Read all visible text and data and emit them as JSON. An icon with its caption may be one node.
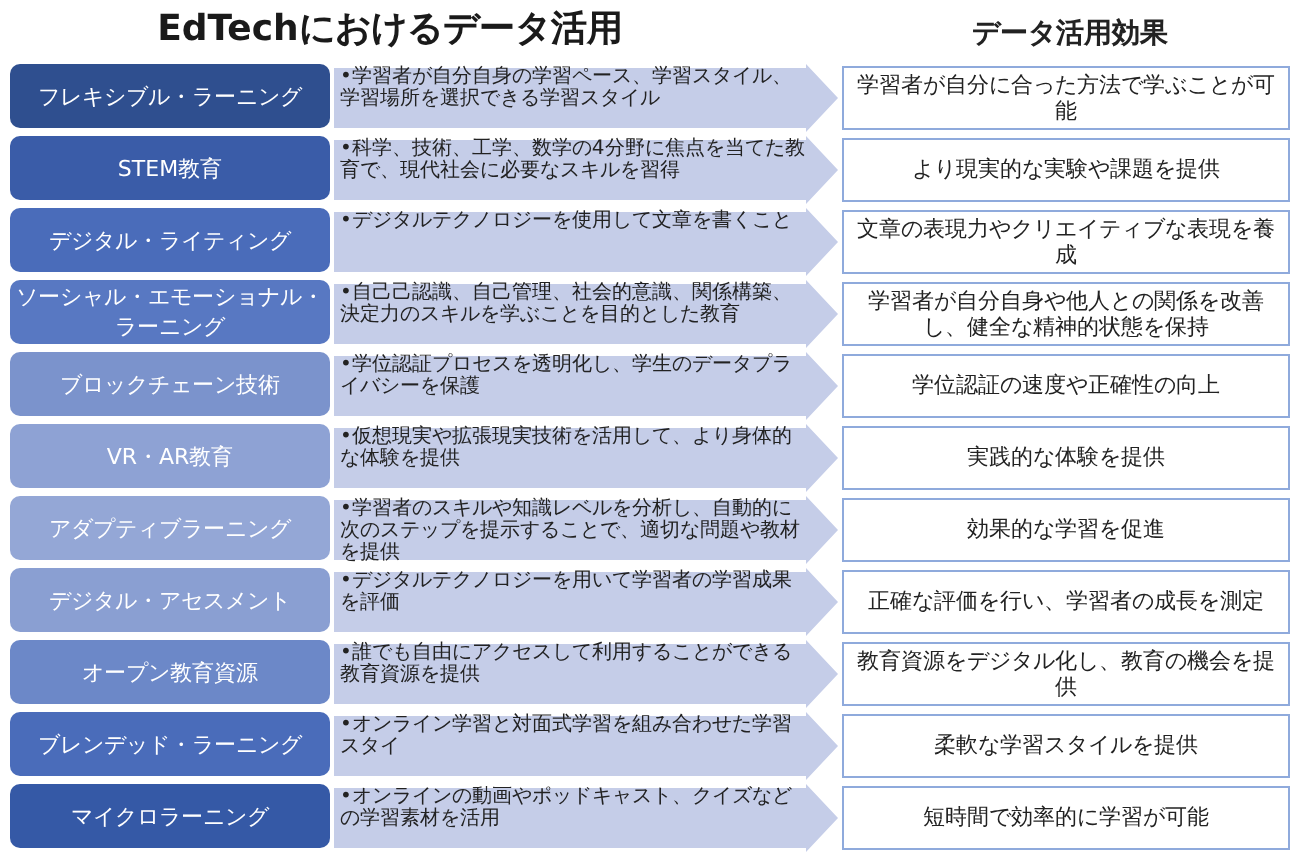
{
  "diagram": {
    "title": "EdTechにおけるデータ活用",
    "nodes": [
      {
        "text": [
          "フレキシブル・ラーニング"
        ]
      },
      {
        "text": [
          "•学習者が自分自身の学習ペース、学習スタイル、学習場所を選択できる学習スタイル"
        ]
      },
      {
        "text": [
          "学習者が自分に合った方法で学ぶことが可能"
        ]
      },
      {
        "text": [
          "STEM教育"
        ]
      },
      {
        "text": [
          "•科学、技術、工学、数学の4分野に焦点を当てた教育で、現代社会に必要なスキルを習得"
        ]
      },
      {
        "text": [
          "より現実的な実験や課題を提供"
        ]
      },
      {
        "text": [
          "デジタル・ライティング"
        ]
      },
      {
        "text": [
          "•デジタルテクノロジーを使用して文章を書くこと"
        ]
      },
      {
        "text": [
          "文章の表現力やクリエイティブな表現を養成"
        ]
      },
      {
        "text": [
          "ソーシャル・エモーショナル・ラーニング"
        ]
      },
      {
        "text": [
          "•自己己認識、自己管理、社会的意識、関係構築、決定力のスキルを学ぶことを目的とした教育"
        ]
      },
      {
        "text": [
          "学習者が自分自身や他人との関係を改善し、健全な精神的状態を保持"
        ]
      },
      {
        "text": [
          "ブロックチェーン技術"
        ]
      },
      {
        "text": [
          "•学位認証プロセスを透明化し、学生のデータプライバシーを保護"
        ]
      },
      {
        "text": [
          "学位認証の速度や正確性の向上"
        ]
      },
      {
        "text": [
          "VR・AR教育"
        ]
      },
      {
        "text": [
          "•仮想現実や拡張現実技術を活用して、より身体的な体験を提供"
        ]
      },
      {
        "text": [
          "実践的な体験を提供"
        ]
      },
      {
        "text": [
          "アダプティブラーニング"
        ]
      },
      {
        "text": [
          "•学習者のスキルや知識レベルを分析し、自動的に次のステップを提示することで、適切な問題や教材を提供"
        ]
      },
      {
        "text": [
          "効果的な学習を促進"
        ]
      },
      {
        "text": [
          "デジタル・アセスメント"
        ]
      },
      {
        "text": [
          "•デジタルテクノロジーを用いて学習者の学習成果を評価"
        ]
      },
      {
        "text": [
          "正確な評価を行い、学習者の成長を測定"
        ]
      },
      {
        "text": [
          "オープン教育資源"
        ]
      },
      {
        "text": [
          "•誰でも自由にアクセスして利用することができる教育資源を提供"
        ]
      },
      {
        "text": [
          "教育資源をデジタル化し、教育の機会を提供"
        ]
      },
      {
        "text": [
          "ブレンデッド・ラーニング"
        ]
      },
      {
        "text": [
          "•オンライン学習と対面式学習を組み合わせた学習スタイ"
        ]
      },
      {
        "text": [
          "柔軟な学習スタイルを提供"
        ]
      },
      {
        "text": [
          "マイクロラーニング"
        ]
      },
      {
        "text": [
          "•オンラインの動画やポッドキャスト、クイズなどの学習素材を活用"
        ]
      },
      {
        "text": [
          "短時間で効率的に学習が可能"
        ]
      }
    ],
    "labels": [
      "データ活用効果"
    ]
  }
}
